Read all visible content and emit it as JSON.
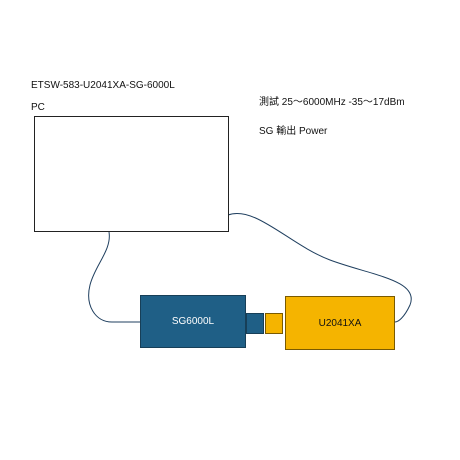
{
  "title": "ETSW-583-U2041XA-SG-6000L",
  "pc_label": "PC",
  "test_spec": "測試 25～6000MHz  -35～17dBm",
  "output_note": "SG 輸出 Power",
  "devices": {
    "generator": {
      "label": "SG6000L",
      "fill": "#1f5f86",
      "text_color": "#ffffff"
    },
    "sensor": {
      "label": "U2041XA",
      "fill": "#f5b400",
      "text_color": "#111111"
    },
    "adapter": {
      "fill": "#1f5f86"
    },
    "coupler": {
      "fill": "#f5b400"
    }
  },
  "pc_box": {
    "fill": "#ffffff",
    "border": "#222222"
  },
  "cable_color": "#1f3f5f"
}
